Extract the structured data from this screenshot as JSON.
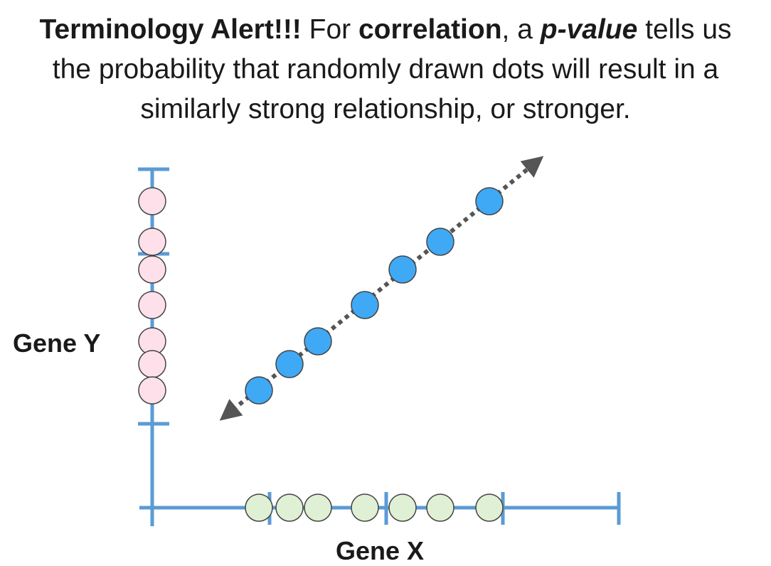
{
  "caption": {
    "line1_a": "Terminology Alert!!!",
    "line1_b": " For ",
    "line1_c": "correlation",
    "line1_d": ", a ",
    "line1_e": "p-value",
    "line1_f": " tells us",
    "line2": "the probability that randomly drawn dots will result in a",
    "line3": "similarly strong relationship, or stronger."
  },
  "axes": {
    "y_label": "Gene Y",
    "x_label": "Gene X"
  },
  "colors": {
    "axis": "#5b9bd5",
    "y_dot_fill": "#fde0ea",
    "x_dot_fill": "#dff0d4",
    "point_fill": "#3fa9f5",
    "trend_line": "#555555",
    "dot_stroke": "#444444",
    "text": "#1a1a1a"
  },
  "icons": {
    "trend_arrowheads": "double-arrow-icon"
  }
}
